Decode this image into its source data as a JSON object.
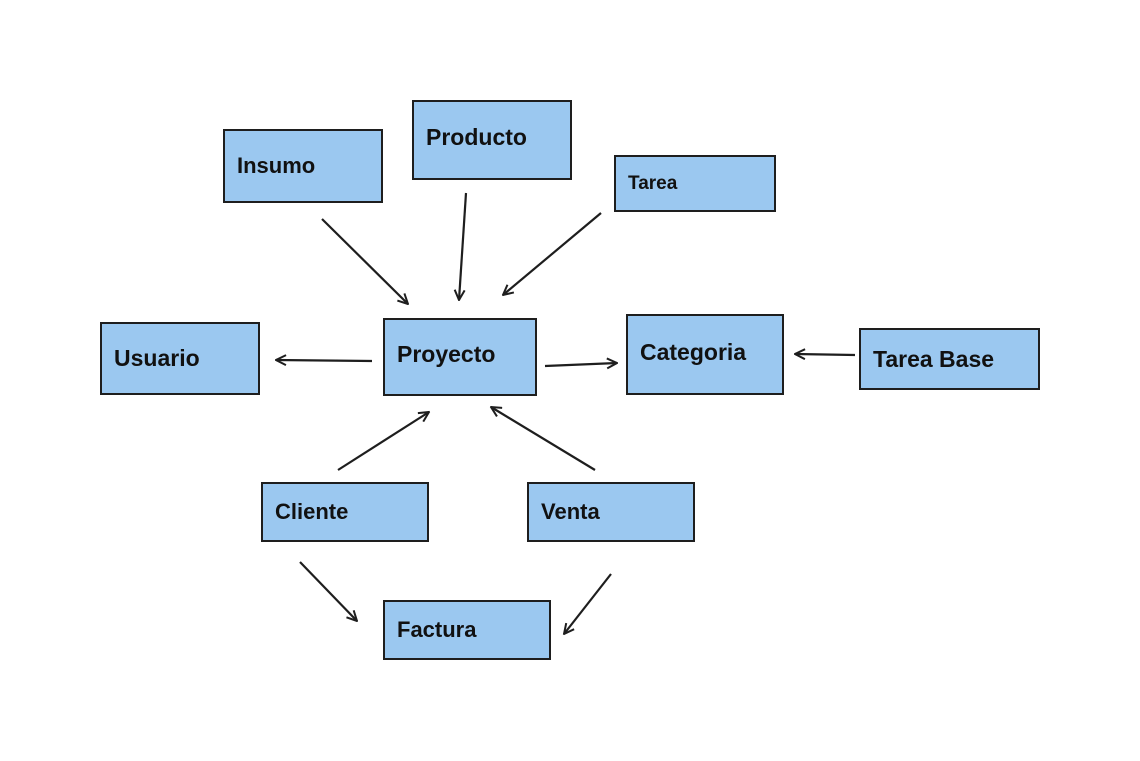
{
  "nodes": {
    "insumo": "Insumo",
    "producto": "Producto",
    "tarea": "Tarea",
    "usuario": "Usuario",
    "proyecto": "Proyecto",
    "categoria": "Categoria",
    "tarea_base": "Tarea Base",
    "cliente": "Cliente",
    "venta": "Venta",
    "factura": "Factura"
  },
  "edges": [
    {
      "from": "Insumo",
      "to": "Proyecto"
    },
    {
      "from": "Producto",
      "to": "Proyecto"
    },
    {
      "from": "Tarea",
      "to": "Proyecto"
    },
    {
      "from": "Proyecto",
      "to": "Usuario"
    },
    {
      "from": "Proyecto",
      "to": "Categoria"
    },
    {
      "from": "Tarea Base",
      "to": "Categoria"
    },
    {
      "from": "Cliente",
      "to": "Proyecto"
    },
    {
      "from": "Venta",
      "to": "Proyecto"
    },
    {
      "from": "Cliente",
      "to": "Factura"
    },
    {
      "from": "Venta",
      "to": "Factura"
    }
  ],
  "colors": {
    "node_fill": "#9bc8f0",
    "node_border": "#1e1e1e",
    "arrow": "#1e1e1e",
    "background": "#ffffff"
  }
}
